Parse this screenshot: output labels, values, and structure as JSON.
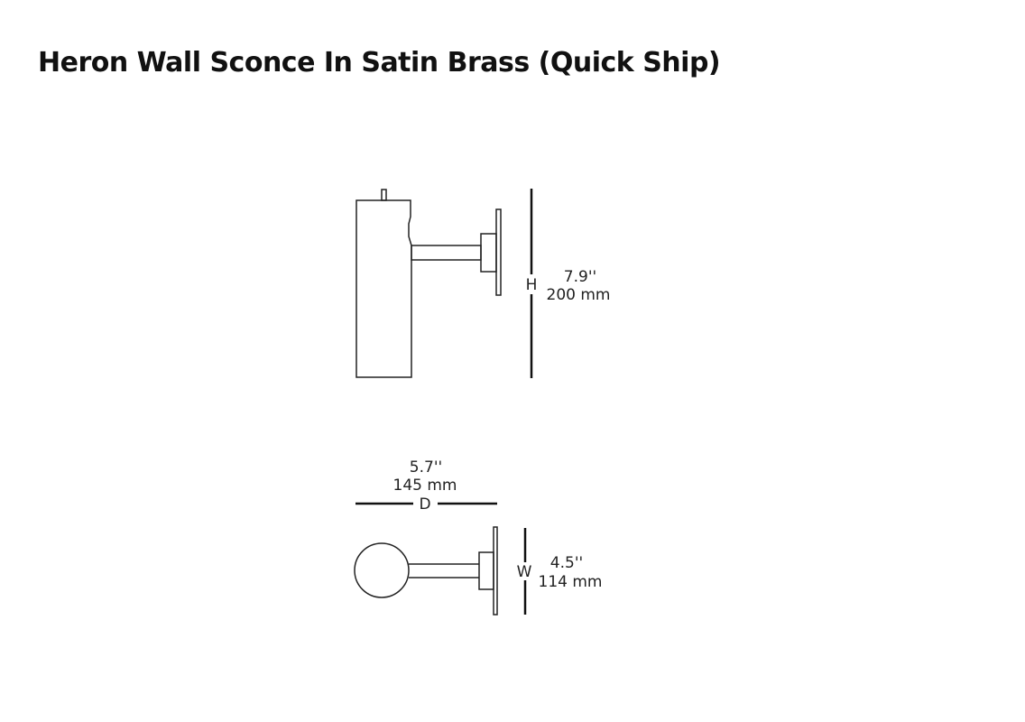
{
  "title": "Heron Wall Sconce In Satin Brass (Quick Ship)",
  "side_view": {
    "height_label": "H",
    "height_in": "7.9''",
    "height_mm": "200 mm"
  },
  "top_view": {
    "depth_label": "D",
    "depth_in": "5.7''",
    "depth_mm": "145 mm",
    "width_label": "W",
    "width_in": "4.5''",
    "width_mm": "114 mm"
  },
  "colors": {
    "line": "#222222",
    "background": "#ffffff"
  }
}
